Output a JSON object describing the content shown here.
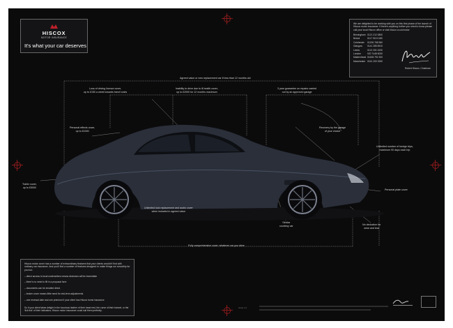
{
  "brand": {
    "name": "HISCOX",
    "subtitle": "MOTOR INSURANCE",
    "tagline": "It's what your car deserves"
  },
  "contact": {
    "intro": "We are delighted to be working with you on this first phase of the launch of Hiscox motor insurance. If there's anything further you need to know please call your local Hiscox office or visit hiscox.co.uk/motor",
    "offices": [
      {
        "city": "Birmingham",
        "phone": "0121 212 0800"
      },
      {
        "city": "Bristol",
        "phone": "0117 915 0180"
      },
      {
        "city": "Colchester",
        "phone": "01206 768 960"
      },
      {
        "city": "Glasgow",
        "phone": "0141 285 8910"
      },
      {
        "city": "Leeds",
        "phone": "0113 200 1530"
      },
      {
        "city": "London",
        "phone": "020 7448 6000"
      },
      {
        "city": "Maidenhead",
        "phone": "01628 792 300"
      },
      {
        "city": "Manchester",
        "phone": "0161 200 3250"
      }
    ],
    "signature": "Robert Hiscox",
    "signer": "Robert Hiscox, Chairman"
  },
  "callouts": {
    "agreed_value": "Agreed value or new replacement car if less than 12 months old",
    "driving_licence": [
      "Loss of driving licence cover,",
      "up to £150 a week towards travel costs"
    ],
    "ill_health": [
      "Inability to drive due to ill health cover,",
      "up to £2000 for 12 months maximum"
    ],
    "guarantee": [
      "3 year guarantee on repairs carried",
      "out by an approved garage"
    ],
    "personal_effects": [
      "Personal effects cover,",
      "up to £1000"
    ],
    "recovery": [
      "Recovery by the garage",
      "of your choice"
    ],
    "foreign_trips": [
      "Unlimited number of foreign trips,",
      "maximum 90 days each trip"
    ],
    "trailer": [
      "Trailer cover,",
      "up to £5000"
    ],
    "personal_plate": "Personal plate cover",
    "lock_audio": [
      "Unlimited lock replacement and audio cover",
      "when included in agreed value"
    ],
    "courtesy": [
      "Similar",
      "courtesy car"
    ],
    "wear_tear": [
      "No deduction for",
      "wear and tear"
    ],
    "fully_comp": "Fully comprehensive cover, whatever car you drive"
  },
  "info": {
    "intro": "Hiscox motor cover has a number of extraordinary features that your clients wouldn't find with ordinary car insurance. And you'll find a number of features designed to make things run smoothly for you too:",
    "benefits": [
      "direct access to local underwriters means decisions will be immediate",
      "there's no need to fill in a proposal form",
      "documents can be emailed direct",
      "broker cover means little need for mid-term adjustments",
      "one renewal date and one premium if your client has Hiscox home insurance"
    ],
    "outro": "So if your client takes delight in the luxurious leather of their head rest, the curve of their bonnet, or the 'tick tick' of their indicators, Hiscox motor insurance could suit them perfectly."
  },
  "footer": {
    "page_ref": "Issue 1.0"
  },
  "colors": {
    "background": "#0b0b0c",
    "accent": "#8a1a1a",
    "car_body": "#2a2f3a"
  },
  "icons": [
    "hiscox-logo-icon",
    "registration-mark-icon",
    "car-illustration",
    "signature-image",
    "partner-logo-icon"
  ]
}
